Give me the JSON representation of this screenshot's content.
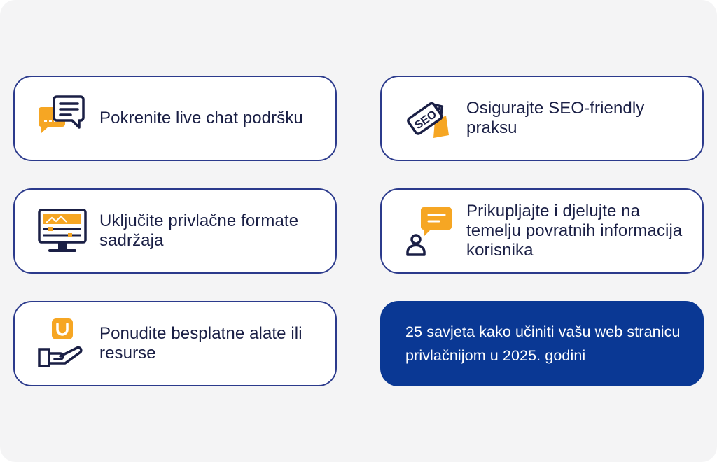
{
  "colors": {
    "navy": "#1a1f45",
    "border": "#2b3a8c",
    "accent_orange": "#f6a623",
    "highlight_bg": "#0a3894"
  },
  "cards": [
    {
      "icon": "chat-bubbles-icon",
      "label": "Pokrenite live chat podršku"
    },
    {
      "icon": "seo-tag-icon",
      "label": "Osigurajte SEO-friendly praksu"
    },
    {
      "icon": "monitor-content-icon",
      "label": "Uključite privlačne formate sadržaja"
    },
    {
      "icon": "user-feedback-icon",
      "label": "Prikupljajte i djelujte na temelju povratnih informacija korisnika"
    },
    {
      "icon": "hand-gift-icon",
      "label": "Ponudite besplatne alate ili resurse"
    }
  ],
  "highlight": {
    "text": "25 savjeta kako učiniti vašu web stranicu privlačnijom u 2025. godini"
  }
}
